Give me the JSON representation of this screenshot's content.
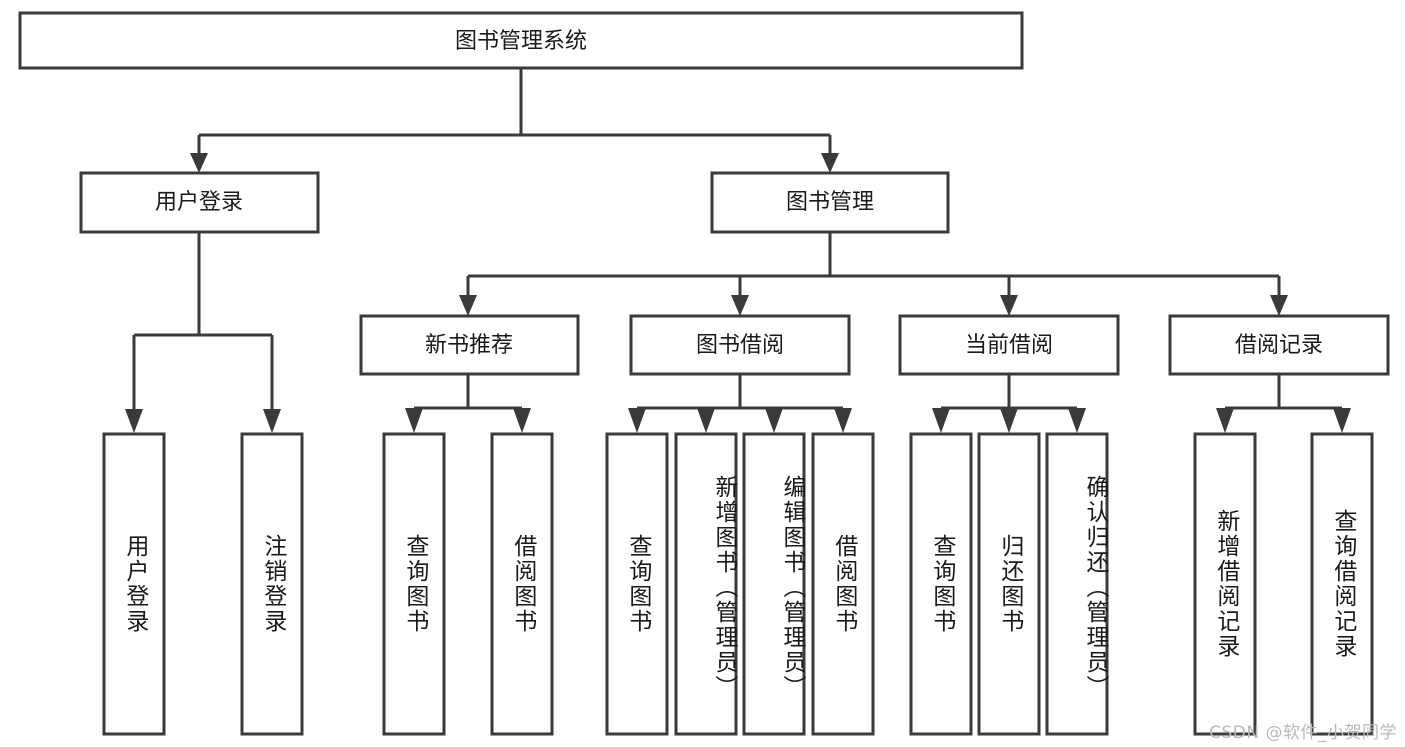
{
  "diagram": {
    "title": "图书管理系统",
    "type": "tree-hierarchy-chart",
    "watermark": "CSDN @软件_小贺同学",
    "colors": {
      "stroke": "#3a3a3a",
      "fill": "#ffffff",
      "text": "#1a1a1a",
      "watermark": "#b9b9b9",
      "background": "#ffffff"
    },
    "root": {
      "label": "图书管理系统"
    },
    "level2": [
      {
        "label": "用户登录"
      },
      {
        "label": "图书管理"
      }
    ],
    "level3": [
      {
        "label": "新书推荐"
      },
      {
        "label": "图书借阅"
      },
      {
        "label": "当前借阅"
      },
      {
        "label": "借阅记录"
      }
    ],
    "leaves": {
      "user_login": [
        {
          "label": "用户登录"
        },
        {
          "label": "注销登录"
        }
      ],
      "new_book_rec": [
        {
          "label": "查询图书"
        },
        {
          "label": "借阅图书"
        }
      ],
      "book_borrow": [
        {
          "label": "查询图书"
        },
        {
          "label": "新增图书（管理员）"
        },
        {
          "label": "编辑图书（管理员）"
        },
        {
          "label": "借阅图书"
        }
      ],
      "current_borrow": [
        {
          "label": "查询图书"
        },
        {
          "label": "归还图书"
        },
        {
          "label": "确认归还（管理员）"
        }
      ],
      "borrow_record": [
        {
          "label": "新增借阅记录"
        },
        {
          "label": "查询借阅记录"
        }
      ]
    }
  }
}
